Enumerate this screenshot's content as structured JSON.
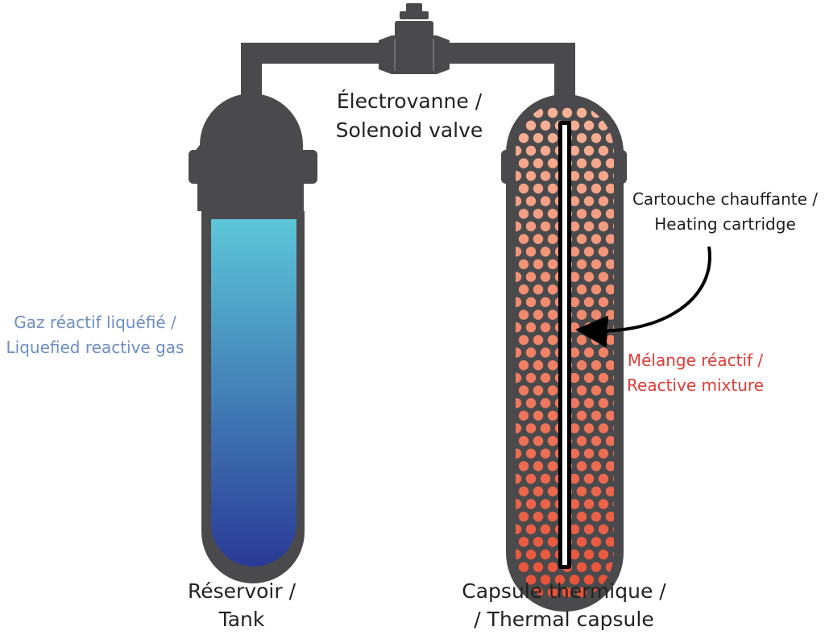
{
  "labels": {
    "valve": {
      "line1": "Électrovanne /",
      "line2": "Solenoid valve"
    },
    "tank": {
      "line1": "Réservoir /",
      "line2": "Tank"
    },
    "capsule": {
      "line1": "Capsule thermique /",
      "line2": "/ Thermal capsule"
    },
    "cartridge": {
      "line1": "Cartouche chauffante /",
      "line2": "Heating cartridge"
    },
    "gas": {
      "line1": "Gaz réactif liquéfié /",
      "line2": "Liquefied reactive gas"
    },
    "mixture": {
      "line1": "Mélange réactif /",
      "line2": "Reactive mixture"
    }
  },
  "colors": {
    "metal": "#4a4a4c",
    "gas_top": "#5cc6d8",
    "gas_bottom": "#2a3a96",
    "mixture_top": "#f6b296",
    "mixture_bottom": "#e85036",
    "gas_label": "#6e8ec4",
    "mixture_label": "#e33a35"
  },
  "icons": [
    "solenoid-valve-icon",
    "tank-icon",
    "thermal-capsule-icon",
    "heating-cartridge-icon",
    "pointer-arrow-icon"
  ]
}
